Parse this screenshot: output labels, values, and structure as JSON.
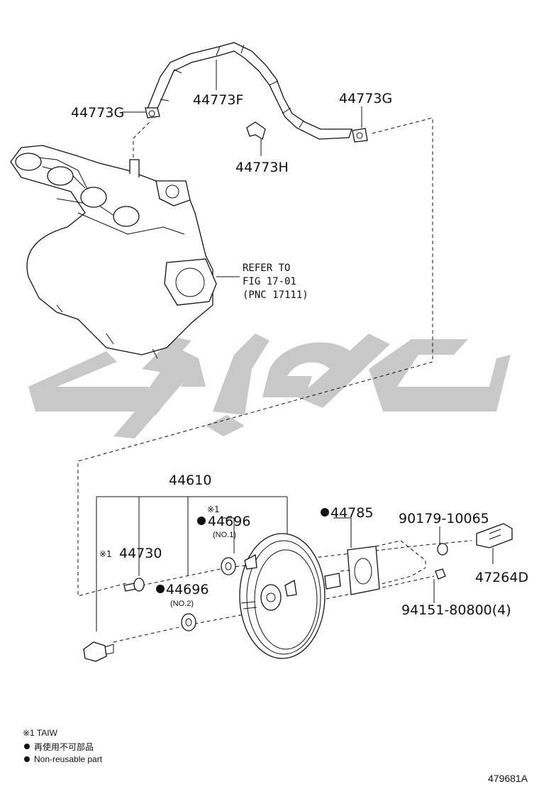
{
  "parts": {
    "p44773G_left": "44773G",
    "p44773F": "44773F",
    "p44773G_right": "44773G",
    "p44773H": "44773H",
    "p44610": "44610",
    "p44730": "44730",
    "p44730_mark": "※1",
    "p44696_no1": "44696",
    "p44696_no1_mark": "※1",
    "p44696_no1_sub": "(NO.1)",
    "p44696_no2": "44696",
    "p44696_no2_sub": "(NO.2)",
    "p44785": "44785",
    "p90179": "90179-10065",
    "p47264D": "47264D",
    "p94151": "94151-80800(4)"
  },
  "reference": {
    "line1": "REFER TO",
    "line2": "FIG 17-01",
    "line3": "(PNC 17111)"
  },
  "legend": {
    "line1": "※1 TAIW",
    "line2": "再使用不可部品",
    "line3": "Non-reusable part"
  },
  "doc_id": "479681A",
  "colors": {
    "watermark": "#c8c8c8",
    "ink": "#111111"
  }
}
